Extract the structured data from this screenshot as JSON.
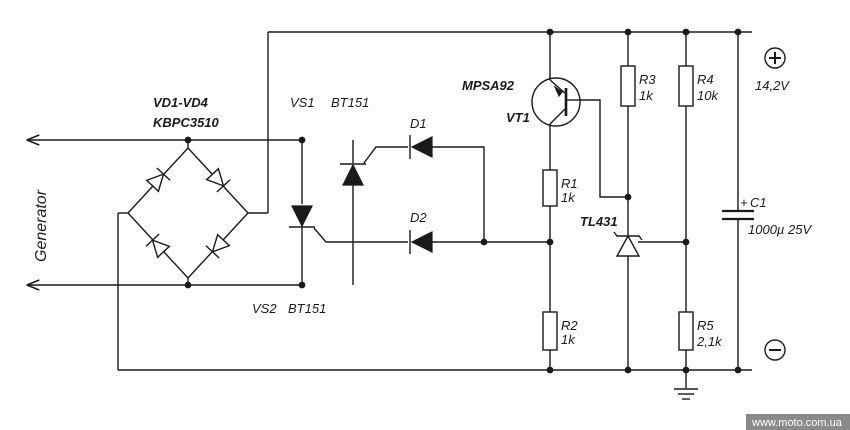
{
  "labels": {
    "bridge_ref": "VD1-VD4",
    "bridge_part": "KBPC3510",
    "generator": "Generator",
    "vs1": "VS1",
    "vs1_part": "BT151",
    "vs2": "VS2",
    "vs2_part": "BT151",
    "d1": "D1",
    "d2": "D2",
    "transistor_part": "MPSA92",
    "transistor_ref": "VT1",
    "r1": "R1",
    "r1_val": "1k",
    "r2": "R2",
    "r2_val": "1k",
    "r3": "R3",
    "r3_val": "1k",
    "r4": "R4",
    "r4_val": "10k",
    "r5": "R5",
    "r5_val": "2,1k",
    "zener_part": "TL431",
    "c1": "C1",
    "c1_val": "1000µ 25V",
    "c1_plus": "+",
    "voltage": "14,2V",
    "plus_terminal": "+",
    "minus_terminal": "−",
    "watermark": "www.moto.com.ua"
  },
  "colors": {
    "ink": "#1a1a1a",
    "background": "#ffffff",
    "watermark_bg": "#8a8a8a"
  }
}
